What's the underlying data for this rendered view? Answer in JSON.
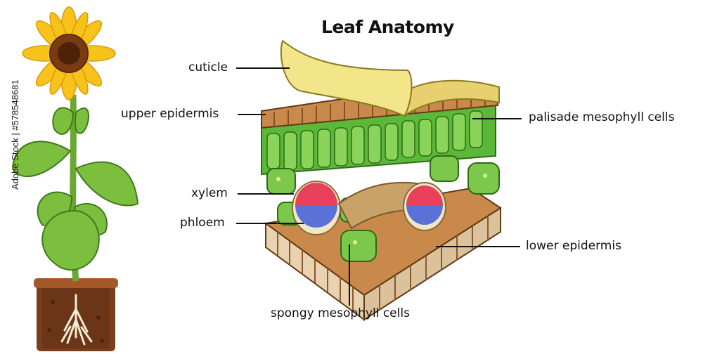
{
  "title": "Leaf Anatomy",
  "labels": {
    "cuticle": "cuticle",
    "upper_epidermis": "upper epidermis",
    "xylem": "xylem",
    "phloem": "phloem",
    "palisade": "palisade mesophyll cells",
    "lower_epidermis": "lower epidermis",
    "spongy": "spongy mesophyll cells"
  },
  "watermark": "Adobe Stock | #578548681",
  "colors": {
    "cuticle": "#f3e58a",
    "epidermis": "#c8894a",
    "palisade": "#5cb838",
    "xylem": "#e8405a",
    "phloem": "#5a72d8",
    "sunflower_petal": "#f7c21a",
    "pot": "#8a4a22"
  }
}
